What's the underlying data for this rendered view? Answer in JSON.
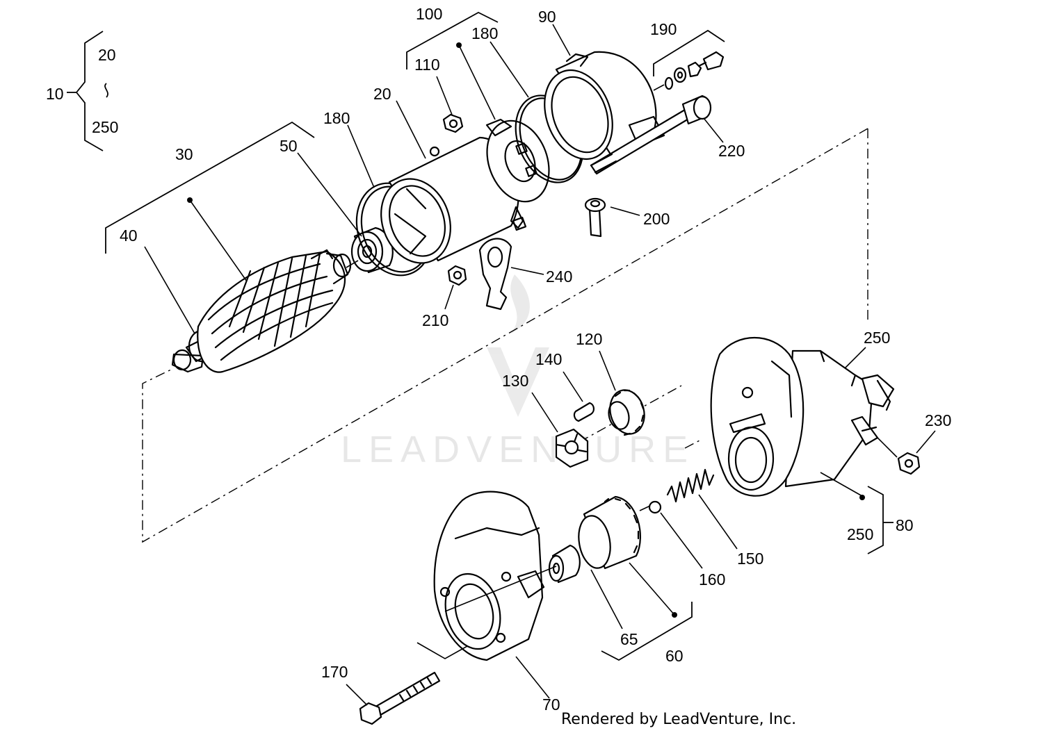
{
  "labels": {
    "l10": "10",
    "l20a": "20",
    "l250a": "250",
    "l100": "100",
    "l180a": "180",
    "l90": "90",
    "l190": "190",
    "l110": "110",
    "l20b": "20",
    "l180b": "180",
    "l30": "30",
    "l50": "50",
    "l40": "40",
    "l220": "220",
    "l200": "200",
    "l240": "240",
    "l210": "210",
    "l120": "120",
    "l140": "140",
    "l130": "130",
    "l250b": "250",
    "l230": "230",
    "l250c": "250",
    "l80": "80",
    "l150": "150",
    "l160": "160",
    "l65": "65",
    "l60": "60",
    "l170": "170",
    "l70": "70"
  },
  "watermark": {
    "text": "LEADVENTURE"
  },
  "footer": {
    "credit": "Rendered by LeadVenture, Inc."
  }
}
